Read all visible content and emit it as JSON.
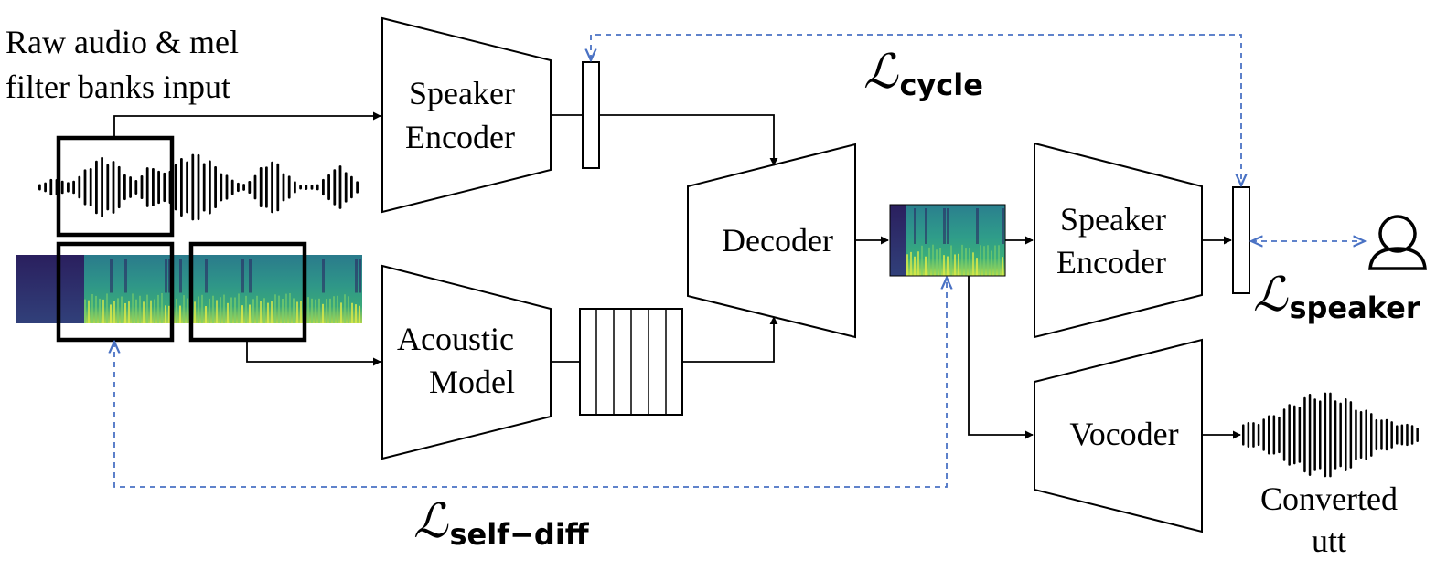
{
  "input_caption": {
    "line1": "Raw audio & mel",
    "line2": "filter banks input"
  },
  "nodes": {
    "speaker_encoder_top": {
      "line1": "Speaker",
      "line2": "Encoder"
    },
    "acoustic_model": {
      "line1": "Acoustic",
      "line2": "Model"
    },
    "decoder": {
      "label": "Decoder"
    },
    "speaker_encoder_right": {
      "line1": "Speaker",
      "line2": "Encoder"
    },
    "vocoder": {
      "label": "Vocoder"
    }
  },
  "losses": {
    "cycle": {
      "symbol": "ℒ",
      "sub": "cycle"
    },
    "speaker": {
      "symbol": "ℒ",
      "sub": "speaker"
    },
    "self_diff": {
      "symbol": "ℒ",
      "sub": "self−diff"
    }
  },
  "output_caption": {
    "line1": "Converted",
    "line2": "utt"
  },
  "colors": {
    "loss_arrows": "#4a72c4",
    "spectrogram_low": "#2b1d5c",
    "spectrogram_mid": "#2a8a8c",
    "spectrogram_high": "#d8e84a"
  },
  "icons": [
    "user-icon",
    "waveform-input",
    "waveform-output",
    "mel-spectrogram-input",
    "mel-spectrogram-output"
  ]
}
